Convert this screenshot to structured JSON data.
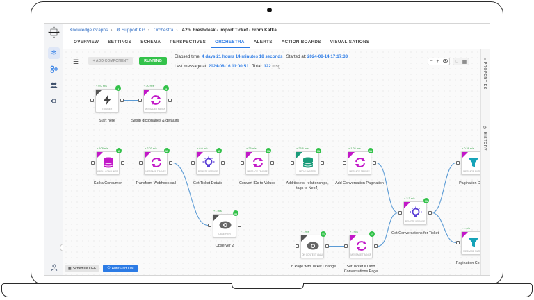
{
  "breadcrumbs": [
    "Knowledge Graphs",
    "Support KG",
    "Orchestra",
    "A2b. Freshdesk - Import Ticket - From Kafka"
  ],
  "tabs": [
    "OVERVIEW",
    "SETTINGS",
    "SCHEMA",
    "PERSPECTIVES",
    "ORCHESTRA",
    "ALERTS",
    "ACTION BOARDS",
    "VISUALISATIONS"
  ],
  "active_tab": "ORCHESTRA",
  "toolbar": {
    "add_label": "+ ADD COMPONENT",
    "status_label": "RUNNING"
  },
  "stats": {
    "elapsed_label": "Elapsed time:",
    "elapsed_value": "4 days 21 hours 14 minutes 18 seconds",
    "started_label": "Started at:",
    "started_value": "2024-08-14 17:17:33",
    "last_label": "Last message at:",
    "last_value": "2024-08-16 11:00:51",
    "total_label": "Total:",
    "total_value": "122",
    "total_unit": "msg"
  },
  "zoom": {
    "minus": "−",
    "plus": "+",
    "eye": "👁"
  },
  "right_panel": {
    "properties": "PROPERTIES",
    "history": "HISTORY"
  },
  "bottom": {
    "schedule": "Schedule OFF",
    "autostart": "AutoStart ON"
  },
  "nodes": [
    {
      "id": "start",
      "label": "Start here",
      "type": "TRIGGER",
      "rate": "0.0 m/s",
      "badge": "1",
      "color": "#555555",
      "icon": "bolt-icon",
      "iconColor": "#444444"
    },
    {
      "id": "setup",
      "label": "Setup dictionaries & defaults",
      "type": "MESSAGE TRANSF",
      "rate": "20 m/s",
      "badge": "1",
      "color": "#c218c8",
      "icon": "refresh-icon",
      "iconColor": "#c218c8"
    },
    {
      "id": "kafka",
      "label": "Kafka Consumer",
      "type": "KAFKA CONSUMER",
      "rate": "108 m/s",
      "badge": "11",
      "color": "#c218c8",
      "icon": "database-icon",
      "iconColor": "#c218c8"
    },
    {
      "id": "transform",
      "label": "Transform Webhook call",
      "type": "MESSAGE TRANSF",
      "rate": "2.03 m/s",
      "badge": "11",
      "color": "#c218c8",
      "icon": "refresh-icon",
      "iconColor": "#c218c8"
    },
    {
      "id": "getticket",
      "label": "Get Ticket Details",
      "type": "REMOTE SERVICE",
      "rate": "6.0 m/s",
      "badge": "11",
      "color": "#c218c8",
      "icon": "bulb-icon",
      "iconColor": "#5a3fd6"
    },
    {
      "id": "convert",
      "label": "Convert IDs to Values",
      "type": "MESSAGE TRANSF",
      "rate": "26 m/s",
      "badge": "11",
      "color": "#c218c8",
      "icon": "refresh-icon",
      "iconColor": "#c218c8"
    },
    {
      "id": "addtickets",
      "label": "Add tickets, relationships, tags to Neo4j",
      "type": "NEO4J WRITER",
      "rate": "26.6 m/s",
      "badge": "11",
      "color": "#1a9c7a",
      "icon": "database-icon",
      "iconColor": "#1a9c7a"
    },
    {
      "id": "addconv",
      "label": "Add Conversation Pagination",
      "type": "MESSAGE TRANSF",
      "rate": "1.26 m/s",
      "badge": "11",
      "color": "#c218c8",
      "icon": "refresh-icon",
      "iconColor": "#c218c8"
    },
    {
      "id": "observer2",
      "label": "Observer 2",
      "type": "OBSERVER",
      "rate": "- m/s",
      "badge": "11",
      "color": "#555555",
      "icon": "eye-icon",
      "iconColor": "#666666"
    },
    {
      "id": "onpage",
      "label": "On Page with Ticket Change",
      "type": "ON CONTEXT VALU",
      "rate": "- m/s",
      "badge": "11",
      "color": "#555555",
      "icon": "eye-icon",
      "iconColor": "#666666"
    },
    {
      "id": "setticket",
      "label": "Set Ticket ID and Conversations Page",
      "type": "MESSAGE TRANSF",
      "rate": "- m/s",
      "badge": "11",
      "color": "#c218c8",
      "icon": "refresh-icon",
      "iconColor": "#c218c8"
    },
    {
      "id": "getconv",
      "label": "Get Conversations for Ticket",
      "type": "REMOTE SERVICE",
      "rate": "2.3 m/s",
      "badge": "11",
      "color": "#c218c8",
      "icon": "bulb-icon",
      "iconColor": "#5a3fd6"
    },
    {
      "id": "pagdone",
      "label": "Pagination Done",
      "type": "MESSAGE FILTER",
      "rate": "0.38 m/s",
      "badge": "11",
      "color": "#c218c8",
      "icon": "filter-icon",
      "iconColor": "#16a3b8"
    },
    {
      "id": "pagcont",
      "label": "Pagination Continue",
      "type": "MESSAGE FILTER",
      "rate": "- m/s",
      "badge": "1",
      "color": "#c218c8",
      "icon": "filter-icon",
      "iconColor": "#16a3b8"
    }
  ]
}
